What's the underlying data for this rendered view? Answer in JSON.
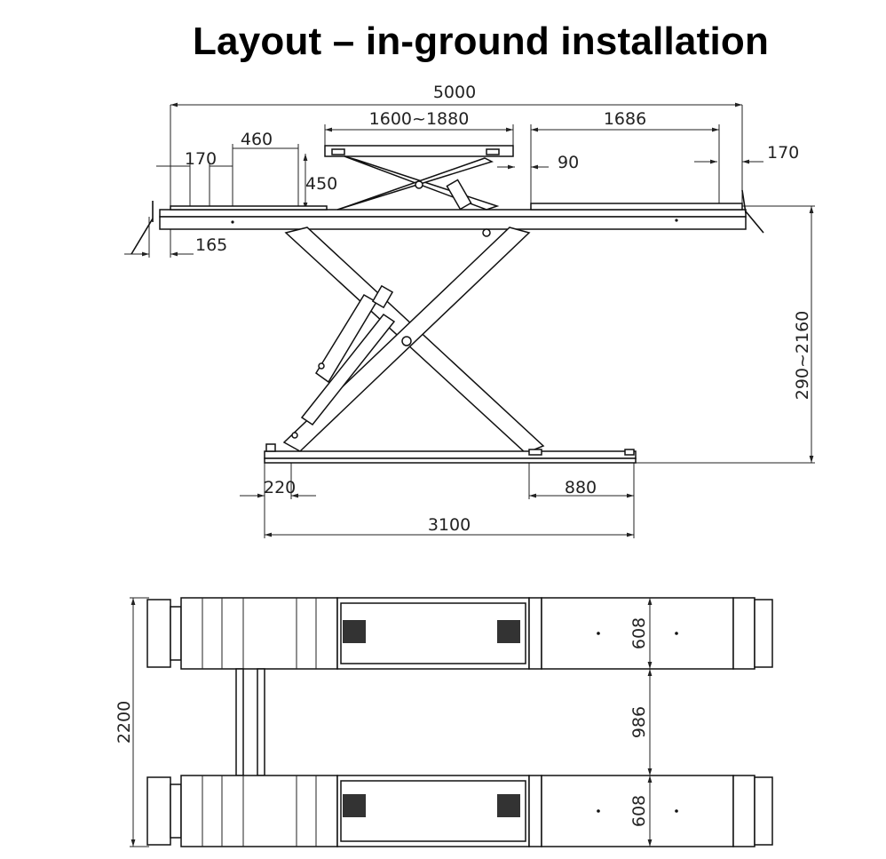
{
  "title": "Layout – in-ground installation",
  "side_view": {
    "overall_length": "5000",
    "extension_range": "1600~1880",
    "platform_length": "1686",
    "lip_left": "170",
    "lip_right": "170",
    "pad_offset": "460",
    "pad_height": "450",
    "edge_offset": "90",
    "front_offset": "165",
    "lift_height": "290~2160",
    "base_left": "220",
    "base_right": "880",
    "base_length": "3100"
  },
  "top_view": {
    "overall_width": "2200",
    "platform_width_top": "608",
    "gap": "986",
    "platform_width_bottom": "608"
  }
}
